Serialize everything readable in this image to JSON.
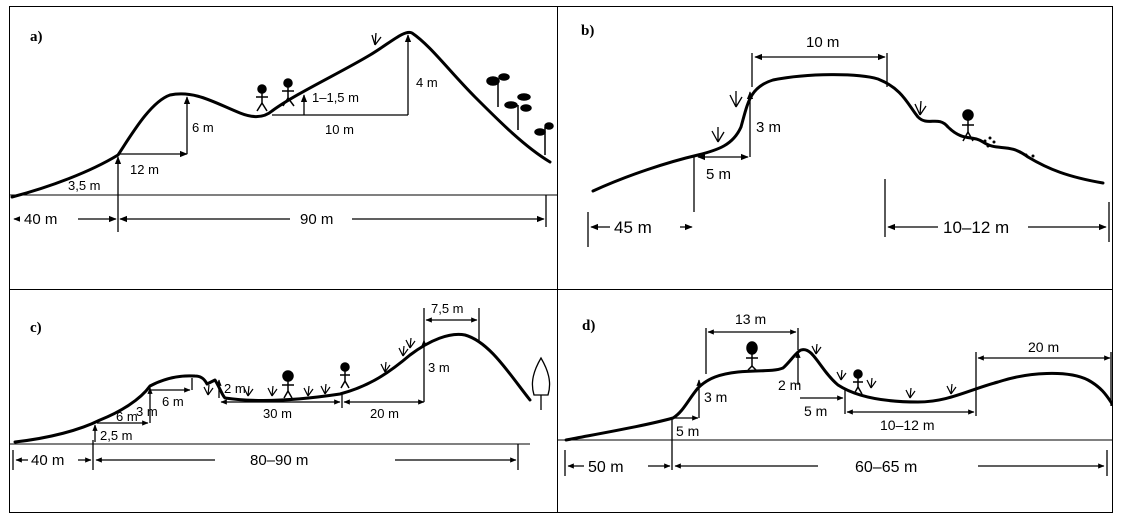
{
  "panels": {
    "a": {
      "tag": "a)",
      "labels": {
        "d40": "40 m",
        "d90": "90 m",
        "h35": "3,5 m",
        "w12": "12 m",
        "h6": "6 m",
        "h115": "1–1,5 m",
        "w10": "10 m",
        "h4": "4 m"
      }
    },
    "b": {
      "tag": "b)",
      "labels": {
        "d45": "45 m",
        "w5": "5 m",
        "h3": "3 m",
        "w10": "10 m",
        "d1012": "10–12 m"
      }
    },
    "c": {
      "tag": "c)",
      "labels": {
        "d40": "40 m",
        "d8090": "80–90 m",
        "h25": "2,5 m",
        "w6a": "6 m",
        "h3a": "3 m",
        "w6b": "6 m",
        "h2": "2 m",
        "w30": "30 m",
        "w20": "20 m",
        "h3b": "3 m",
        "w75": "7,5 m"
      }
    },
    "d": {
      "tag": "d)",
      "labels": {
        "d50": "50 m",
        "d6065": "60–65 m",
        "w5a": "5 m",
        "h3": "3 m",
        "w13": "13 m",
        "h2": "2 m",
        "w5b": "5 m",
        "w1012": "10–12 m",
        "w20": "20 m"
      }
    }
  },
  "colors": {
    "ink": "#000000",
    "paper": "#ffffff"
  },
  "icons": [
    "person-figure",
    "shrub-icon",
    "tree-icon",
    "stones-icon"
  ]
}
